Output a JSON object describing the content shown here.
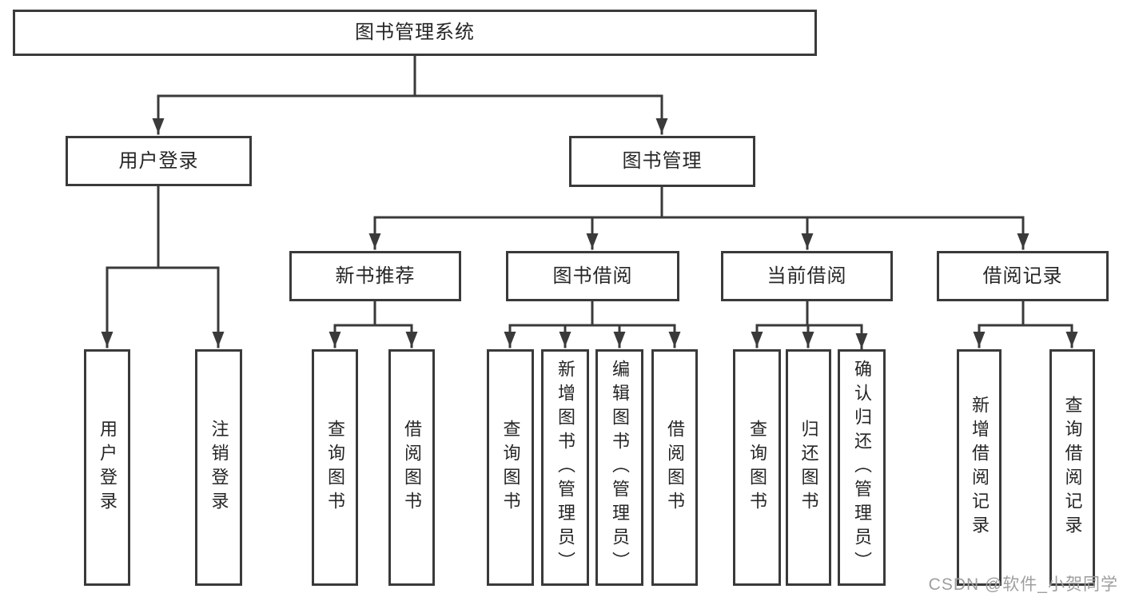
{
  "tree": {
    "label": "图书管理系统",
    "children": [
      {
        "label": "用户登录",
        "children": [
          {
            "label": "用户登录"
          },
          {
            "label": "注销登录"
          }
        ]
      },
      {
        "label": "图书管理",
        "children": [
          {
            "label": "新书推荐",
            "children": [
              {
                "label": "查询图书"
              },
              {
                "label": "借阅图书"
              }
            ]
          },
          {
            "label": "图书借阅",
            "children": [
              {
                "label": "查询图书"
              },
              {
                "label": "新增图书（管理员）"
              },
              {
                "label": "编辑图书（管理员）"
              },
              {
                "label": "借阅图书"
              }
            ]
          },
          {
            "label": "当前借阅",
            "children": [
              {
                "label": "查询图书"
              },
              {
                "label": "归还图书"
              },
              {
                "label": "确认归还（管理员）"
              }
            ]
          },
          {
            "label": "借阅记录",
            "children": [
              {
                "label": "新增借阅记录"
              },
              {
                "label": "查询借阅记录"
              }
            ]
          }
        ]
      }
    ]
  },
  "watermark": {
    "text": "CSDN @软件_小贺同学"
  },
  "colors": {
    "line": "#3a3a3a",
    "text": "#262626",
    "background": "#ffffff",
    "watermark": "#9e9e9e"
  }
}
